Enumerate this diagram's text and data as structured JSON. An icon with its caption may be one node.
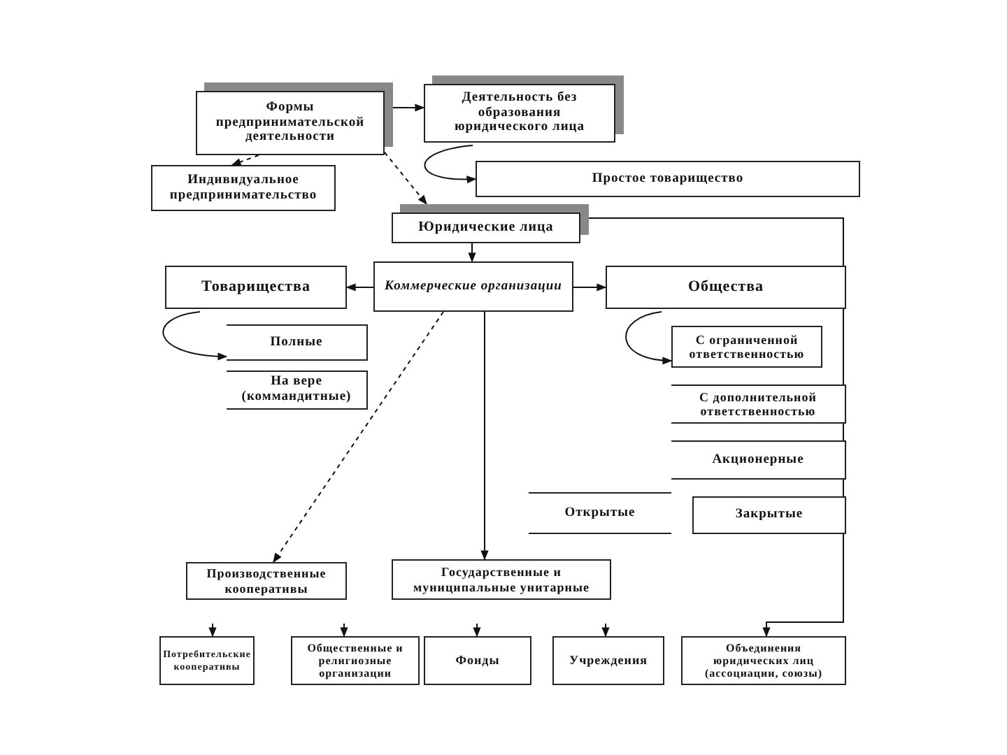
{
  "diagram": {
    "nodes": [
      {
        "text": [
          "Формы предпринимательской деятельности"
        ]
      },
      {
        "text": [
          "Деятельность без образования юридического лица"
        ]
      },
      {
        "text": [
          "Индивидуальное предпринимательство"
        ]
      },
      {
        "text": [
          "Простое товарищество"
        ]
      },
      {
        "text": [
          "Юридические лица"
        ]
      },
      {
        "text": [
          "Коммерческие организации"
        ]
      },
      {
        "text": [
          "Товарищества"
        ]
      },
      {
        "text": [
          "Общества"
        ]
      },
      {
        "text": [
          "Полные"
        ]
      },
      {
        "text": [
          "На вере (коммандитные)"
        ]
      },
      {
        "text": [
          "С ограниченной ответственностью"
        ]
      },
      {
        "text": [
          "С дополнительной ответственностью"
        ]
      },
      {
        "text": [
          "Акционерные"
        ]
      },
      {
        "text": [
          "Открытые"
        ]
      },
      {
        "text": [
          "Закрытые"
        ]
      },
      {
        "text": [
          "Производственные кооперативы"
        ]
      },
      {
        "text": [
          "Государственные и муниципальные унитарные"
        ]
      },
      {
        "text": [
          "Потребительские кооперативы"
        ]
      },
      {
        "text": [
          "Общественные и религиозные организации"
        ]
      },
      {
        "text": [
          "Фонды"
        ]
      },
      {
        "text": [
          "Учреждения"
        ]
      },
      {
        "text": [
          "Объединения юридических лиц (ассоциации, союзы)"
        ]
      }
    ],
    "edges": [
      {
        "from": 0,
        "to": 1,
        "arrow": "to"
      },
      {
        "from": 0,
        "to": 2,
        "arrow": "to",
        "style": "dashed"
      },
      {
        "from": 0,
        "to": 4,
        "arrow": "to",
        "style": "dashed"
      },
      {
        "from": 1,
        "to": 3,
        "arrow": "to"
      },
      {
        "from": 4,
        "to": 5,
        "arrow": "to"
      },
      {
        "from": 5,
        "to": 6,
        "arrow": "to"
      },
      {
        "from": 5,
        "to": 7,
        "arrow": "to"
      },
      {
        "from": 6,
        "to": 8,
        "arrow": "to"
      },
      {
        "from": 7,
        "to": 10,
        "arrow": "to"
      },
      {
        "from": 5,
        "to": 15,
        "arrow": "to",
        "style": "dashed"
      },
      {
        "from": 5,
        "to": 16,
        "arrow": "to"
      },
      {
        "from": 4,
        "to": 21,
        "arrow": "to"
      },
      {
        "from": null,
        "to": 17,
        "arrow": "to"
      },
      {
        "from": null,
        "to": 18,
        "arrow": "to"
      },
      {
        "from": null,
        "to": 19,
        "arrow": "to"
      },
      {
        "from": null,
        "to": 20,
        "arrow": "to"
      }
    ]
  }
}
